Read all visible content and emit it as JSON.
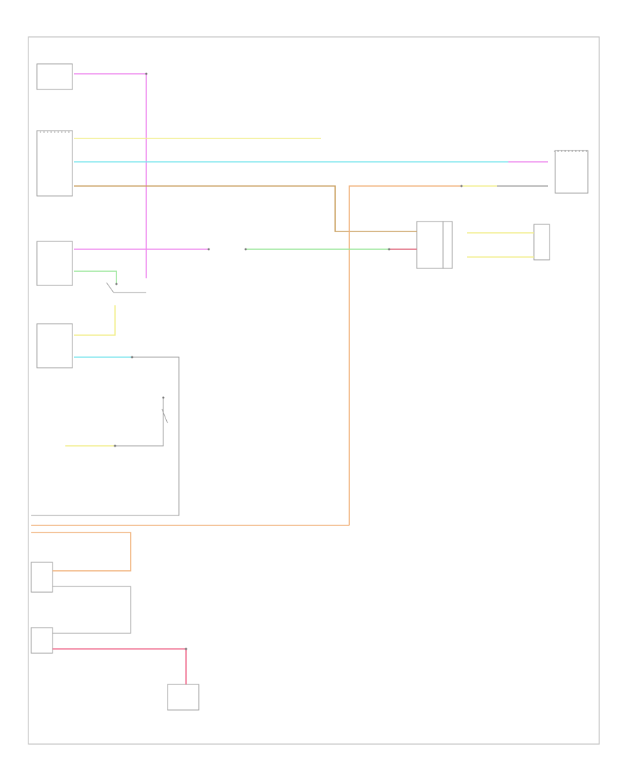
{
  "diagram": {
    "code": "",
    "wire_colors": {
      "pink": "#ee88ee",
      "yellow": "#f2ee8a",
      "cyan": "#7fe6ee",
      "orange": "#f0b078",
      "tan": "#caa060",
      "green": "#99e699",
      "red": "#ee6688",
      "gray": "#a0a0a0"
    },
    "components": [
      {
        "id": "c1",
        "lines": [
          "",
          "",
          "",
          ""
        ]
      },
      {
        "id": "c2",
        "lines": [
          "",
          "",
          ""
        ]
      },
      {
        "id": "c3",
        "lines": [
          "",
          "",
          "",
          ""
        ]
      },
      {
        "id": "c4",
        "lines": [
          "",
          "",
          "",
          ""
        ]
      },
      {
        "id": "c5",
        "lines": [
          "",
          ""
        ]
      },
      {
        "id": "c6",
        "lines": [
          "",
          "",
          "",
          "",
          ""
        ]
      },
      {
        "id": "c7",
        "lines": [
          "",
          "",
          "",
          ""
        ]
      },
      {
        "id": "c8",
        "lines": [
          "",
          "",
          "",
          "",
          ""
        ]
      },
      {
        "id": "c9",
        "lines": [
          "",
          "",
          "",
          "",
          ""
        ]
      },
      {
        "id": "c10",
        "lines": [
          "",
          "",
          ""
        ]
      },
      {
        "id": "c11",
        "lines": [
          "",
          "",
          ""
        ]
      },
      {
        "id": "c12",
        "lines": [
          "",
          "",
          "",
          "",
          ""
        ]
      }
    ]
  }
}
